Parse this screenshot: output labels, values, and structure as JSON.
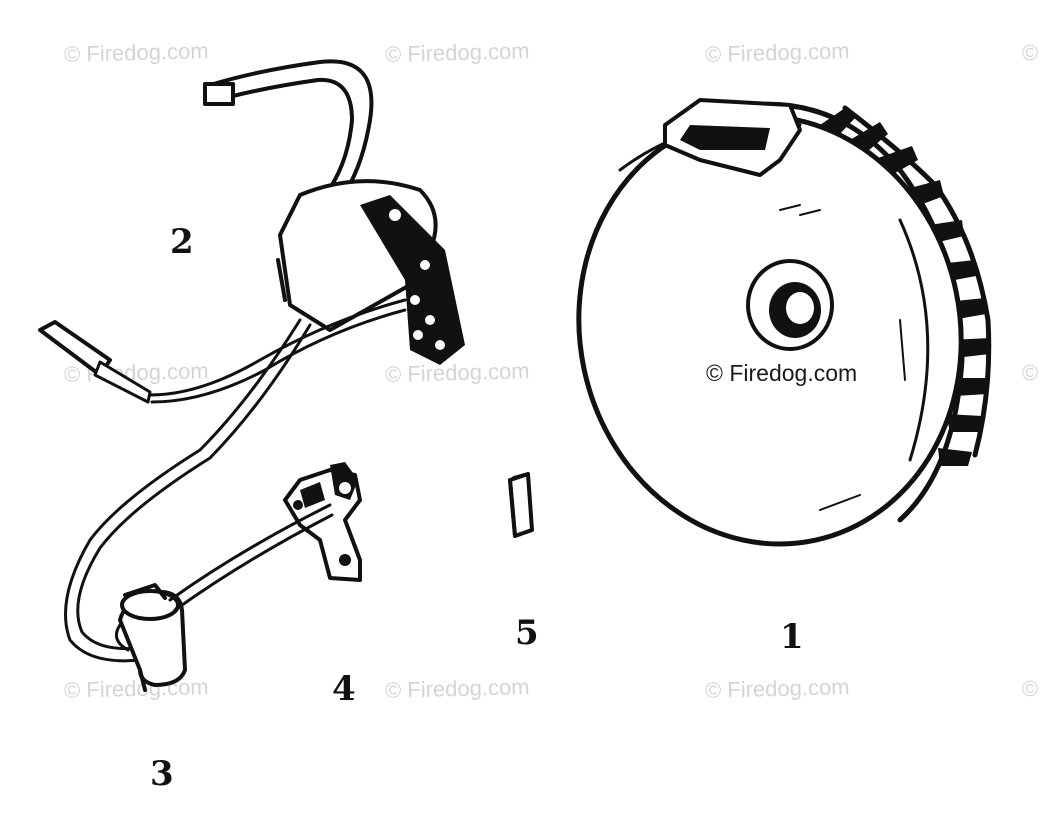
{
  "watermark_text": "© Firedog.com",
  "callouts": {
    "part_1": "1",
    "part_2": "2",
    "part_3": "3",
    "part_4": "4",
    "part_5": "5"
  },
  "colors": {
    "ink": "#111111",
    "watermark": "#d4d4d4",
    "background": "#ffffff"
  }
}
